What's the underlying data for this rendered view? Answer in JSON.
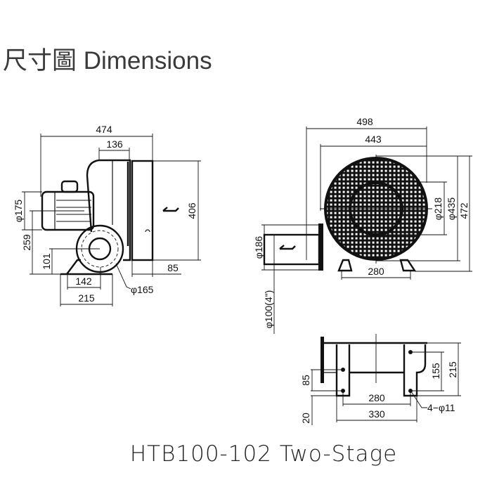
{
  "title": "尺寸圖 Dimensions",
  "caption": "HTB100-102  Two-Stage",
  "side_view": {
    "overall_length": "474",
    "housing_width": "136",
    "height": "406",
    "motor_dia": "φ175",
    "center_height": "259",
    "outlet_center": "101",
    "foot_inner": "142",
    "foot_outer": "215",
    "offset": "85",
    "flange_dia": "φ165"
  },
  "front_view": {
    "overall_width": "498",
    "body_width": "443",
    "inner_dia": "φ218",
    "grille_dia": "φ435",
    "height": "472",
    "flange_dia": "φ186",
    "pipe_dia": "φ100(4\")",
    "foot_span": "280"
  },
  "bottom_view": {
    "height_85": "85",
    "height_20": "20",
    "hole_span": "280",
    "foot_span": "330",
    "hole_pitch": "155",
    "depth": "215",
    "holes": "4−φ11"
  }
}
